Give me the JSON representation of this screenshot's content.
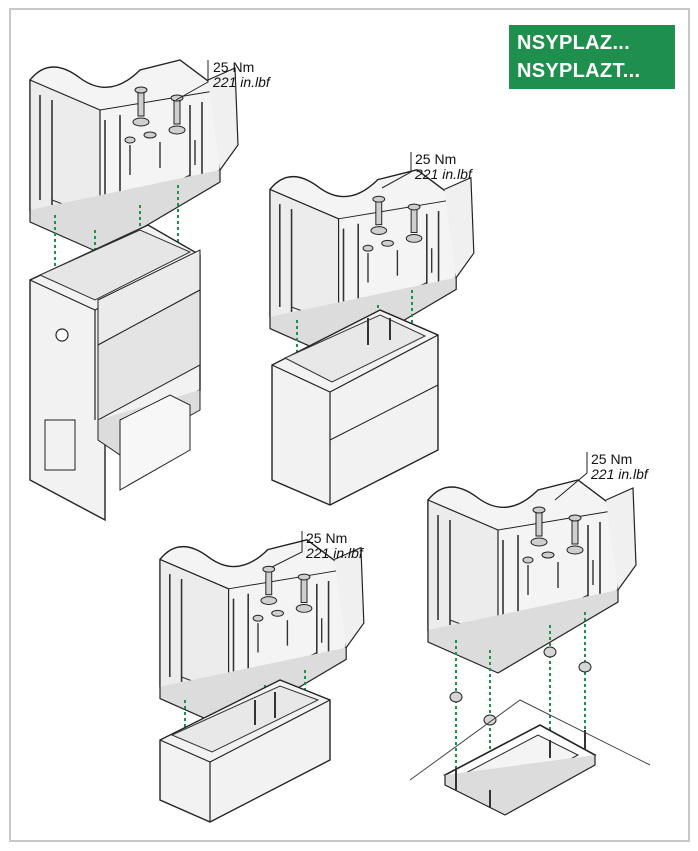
{
  "reference_tag": {
    "line1": "NSYPLAZ...",
    "line2": "NSYPLAZT...",
    "color": "#1f8f4e"
  },
  "torque_labels": [
    {
      "nm": "25 Nm",
      "lbf": "221 in.lbf"
    },
    {
      "nm": "25 Nm",
      "lbf": "221 in.lbf"
    },
    {
      "nm": "25 Nm",
      "lbf": "221 in.lbf"
    },
    {
      "nm": "25 Nm",
      "lbf": "221 in.lbf"
    }
  ],
  "colors": {
    "dashed_guide": "#1f8f4e",
    "outline": "#222222",
    "frame_border": "#c8c8c8"
  },
  "panels": [
    {
      "name": "panel-cabinet-on-tall-plinth"
    },
    {
      "name": "panel-cabinet-on-mid-plinth"
    },
    {
      "name": "panel-cabinet-on-low-plinth"
    },
    {
      "name": "panel-cabinet-on-floor-frame"
    }
  ]
}
